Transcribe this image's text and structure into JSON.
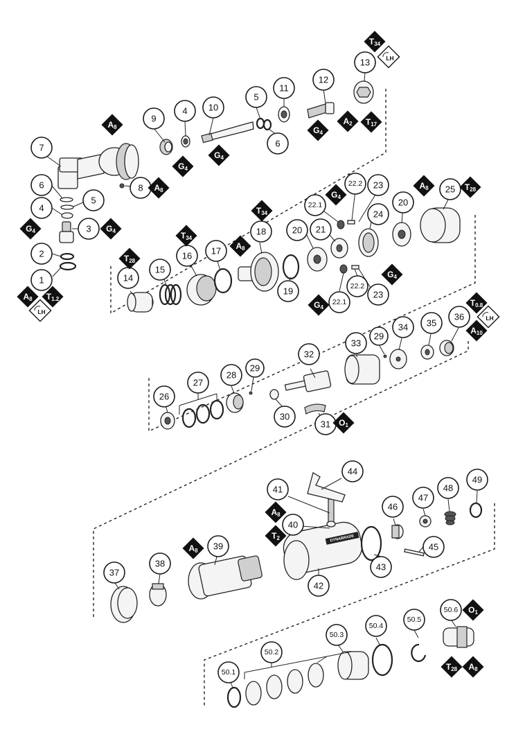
{
  "callouts": [
    {
      "id": "c1",
      "label": "1"
    },
    {
      "id": "c2",
      "label": "2"
    },
    {
      "id": "c3",
      "label": "3"
    },
    {
      "id": "c4a",
      "label": "4"
    },
    {
      "id": "c4b",
      "label": "4"
    },
    {
      "id": "c5a",
      "label": "5"
    },
    {
      "id": "c5b",
      "label": "5"
    },
    {
      "id": "c6a",
      "label": "6"
    },
    {
      "id": "c6b",
      "label": "6"
    },
    {
      "id": "c7",
      "label": "7"
    },
    {
      "id": "c8",
      "label": "8"
    },
    {
      "id": "c9",
      "label": "9"
    },
    {
      "id": "c10",
      "label": "10"
    },
    {
      "id": "c11",
      "label": "11"
    },
    {
      "id": "c12",
      "label": "12"
    },
    {
      "id": "c13",
      "label": "13"
    },
    {
      "id": "c14",
      "label": "14"
    },
    {
      "id": "c15",
      "label": "15"
    },
    {
      "id": "c16",
      "label": "16"
    },
    {
      "id": "c17",
      "label": "17"
    },
    {
      "id": "c18",
      "label": "18"
    },
    {
      "id": "c19",
      "label": "19"
    },
    {
      "id": "c20a",
      "label": "20"
    },
    {
      "id": "c20b",
      "label": "20"
    },
    {
      "id": "c21",
      "label": "21"
    },
    {
      "id": "c22_1a",
      "label": "22.1"
    },
    {
      "id": "c22_1b",
      "label": "22.1"
    },
    {
      "id": "c22_2a",
      "label": "22.2"
    },
    {
      "id": "c22_2b",
      "label": "22.2"
    },
    {
      "id": "c23a",
      "label": "23"
    },
    {
      "id": "c23b",
      "label": "23"
    },
    {
      "id": "c24",
      "label": "24"
    },
    {
      "id": "c25",
      "label": "25"
    },
    {
      "id": "c26",
      "label": "26"
    },
    {
      "id": "c27",
      "label": "27"
    },
    {
      "id": "c28",
      "label": "28"
    },
    {
      "id": "c29a",
      "label": "29"
    },
    {
      "id": "c29b",
      "label": "29"
    },
    {
      "id": "c30",
      "label": "30"
    },
    {
      "id": "c31",
      "label": "31"
    },
    {
      "id": "c32",
      "label": "32"
    },
    {
      "id": "c33",
      "label": "33"
    },
    {
      "id": "c34",
      "label": "34"
    },
    {
      "id": "c35",
      "label": "35"
    },
    {
      "id": "c36",
      "label": "36"
    },
    {
      "id": "c37",
      "label": "37"
    },
    {
      "id": "c38",
      "label": "38"
    },
    {
      "id": "c39",
      "label": "39"
    },
    {
      "id": "c40",
      "label": "40"
    },
    {
      "id": "c41",
      "label": "41"
    },
    {
      "id": "c42",
      "label": "42"
    },
    {
      "id": "c43",
      "label": "43"
    },
    {
      "id": "c44",
      "label": "44"
    },
    {
      "id": "c45",
      "label": "45"
    },
    {
      "id": "c46",
      "label": "46"
    },
    {
      "id": "c47",
      "label": "47"
    },
    {
      "id": "c48",
      "label": "48"
    },
    {
      "id": "c49",
      "label": "49"
    },
    {
      "id": "c50_1",
      "label": "50.1"
    },
    {
      "id": "c50_2",
      "label": "50.2"
    },
    {
      "id": "c50_3",
      "label": "50.3"
    },
    {
      "id": "c50_4",
      "label": "50.4"
    },
    {
      "id": "c50_5",
      "label": "50.5"
    },
    {
      "id": "c50_6",
      "label": "50.6"
    }
  ],
  "symbols": [
    {
      "id": "s1",
      "letter": "A",
      "sub": "8"
    },
    {
      "id": "s2",
      "letter": "A",
      "sub": "8"
    },
    {
      "id": "s3",
      "letter": "A",
      "sub": "8"
    },
    {
      "id": "s4",
      "letter": "A",
      "sub": "8"
    },
    {
      "id": "s5",
      "letter": "A",
      "sub": "8"
    },
    {
      "id": "s6",
      "letter": "A",
      "sub": "8"
    },
    {
      "id": "s7",
      "letter": "A",
      "sub": "8"
    },
    {
      "id": "s8",
      "letter": "A",
      "sub": "8"
    },
    {
      "id": "s9",
      "letter": "A",
      "sub": "2"
    },
    {
      "id": "s10",
      "letter": "A",
      "sub": "10"
    },
    {
      "id": "s11",
      "letter": "G",
      "sub": "4"
    },
    {
      "id": "s12",
      "letter": "G",
      "sub": "4"
    },
    {
      "id": "s13",
      "letter": "G",
      "sub": "4"
    },
    {
      "id": "s14",
      "letter": "G",
      "sub": "4"
    },
    {
      "id": "s15",
      "letter": "G",
      "sub": "4"
    },
    {
      "id": "s16",
      "letter": "G",
      "sub": "4"
    },
    {
      "id": "s17",
      "letter": "G",
      "sub": "4"
    },
    {
      "id": "s18",
      "letter": "G",
      "sub": "4"
    },
    {
      "id": "s19",
      "letter": "G",
      "sub": "4"
    },
    {
      "id": "s20",
      "letter": "T",
      "sub": "34"
    },
    {
      "id": "s21",
      "letter": "T",
      "sub": "34"
    },
    {
      "id": "s22",
      "letter": "T",
      "sub": "34"
    },
    {
      "id": "s23",
      "letter": "T",
      "sub": "28"
    },
    {
      "id": "s24",
      "letter": "T",
      "sub": "28"
    },
    {
      "id": "s25",
      "letter": "T",
      "sub": "28"
    },
    {
      "id": "s26",
      "letter": "T",
      "sub": "17"
    },
    {
      "id": "s27",
      "letter": "T",
      "sub": "1.2"
    },
    {
      "id": "s28",
      "letter": "T",
      "sub": "0.8"
    },
    {
      "id": "s29",
      "letter": "T",
      "sub": "2"
    },
    {
      "id": "s30",
      "letter": "O",
      "sub": "1"
    },
    {
      "id": "s31",
      "letter": "O",
      "sub": "1"
    }
  ],
  "lh_tags": [
    {
      "id": "lh1",
      "text": "LH"
    },
    {
      "id": "lh2",
      "text": "LH"
    },
    {
      "id": "lh3",
      "text": "LH"
    }
  ],
  "housing_brand": "DYNABRADE"
}
